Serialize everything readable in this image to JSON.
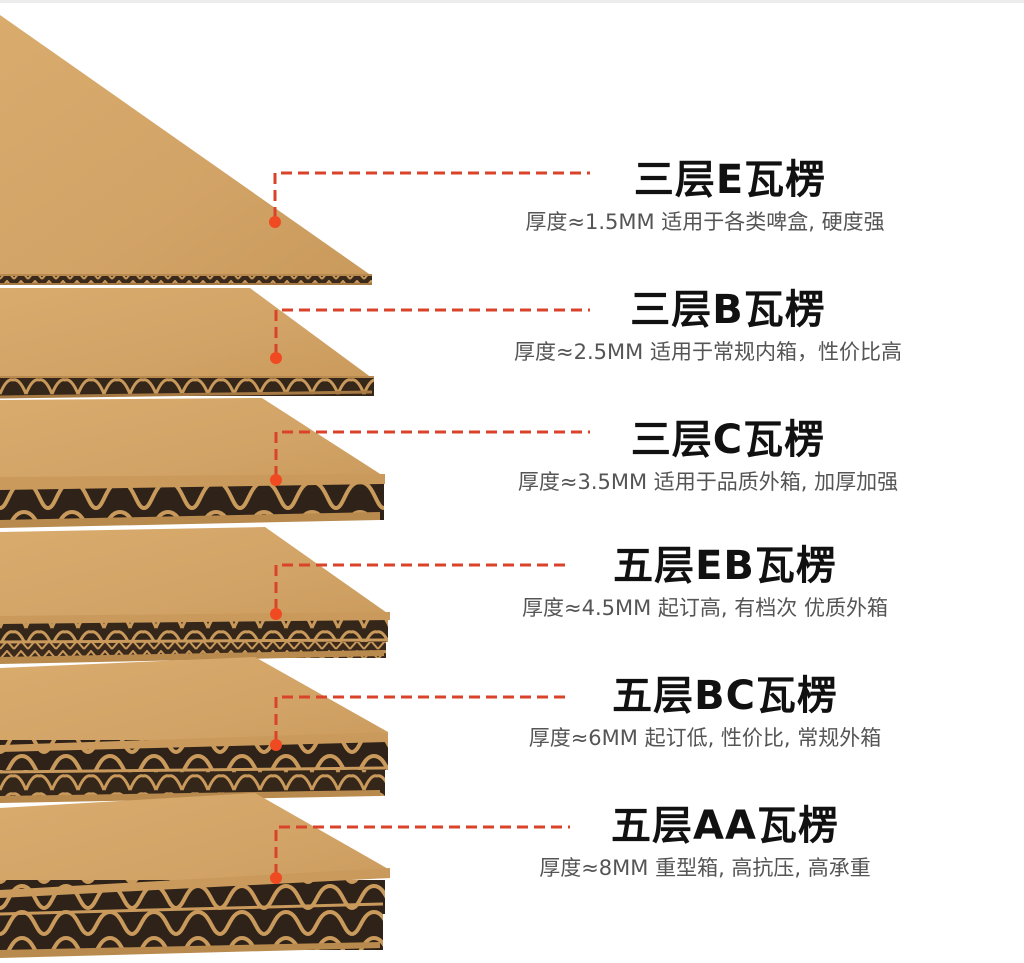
{
  "colors": {
    "leader": "#d9432a",
    "dot": "#f04a22",
    "kraft": "#d6a86a",
    "kraft_dark": "#b98a4e",
    "flute_shadow": "#3a2a1c",
    "title": "#111111",
    "desc": "#555555"
  },
  "items": [
    {
      "title": "三层E瓦楞",
      "desc": "厚度≈1.5MM 适用于各类啤盒, 硬度强",
      "layers": 3,
      "flute": "E",
      "thickness_mm": 1.5
    },
    {
      "title": "三层B瓦楞",
      "desc": "厚度≈2.5MM 适用于常规内箱，性价比高",
      "layers": 3,
      "flute": "B",
      "thickness_mm": 2.5
    },
    {
      "title": "三层C瓦楞",
      "desc": "厚度≈3.5MM 适用于品质外箱, 加厚加强",
      "layers": 3,
      "flute": "C",
      "thickness_mm": 3.5
    },
    {
      "title": "五层EB瓦楞",
      "desc": "厚度≈4.5MM 起订高, 有档次 优质外箱",
      "layers": 5,
      "flute": "EB",
      "thickness_mm": 4.5
    },
    {
      "title": "五层BC瓦楞",
      "desc": "厚度≈6MM 起订低, 性价比, 常规外箱",
      "layers": 5,
      "flute": "BC",
      "thickness_mm": 6
    },
    {
      "title": "五层AA瓦楞",
      "desc": "厚度≈8MM 重型箱, 高抗压, 高承重",
      "layers": 5,
      "flute": "AA",
      "thickness_mm": 8
    }
  ]
}
